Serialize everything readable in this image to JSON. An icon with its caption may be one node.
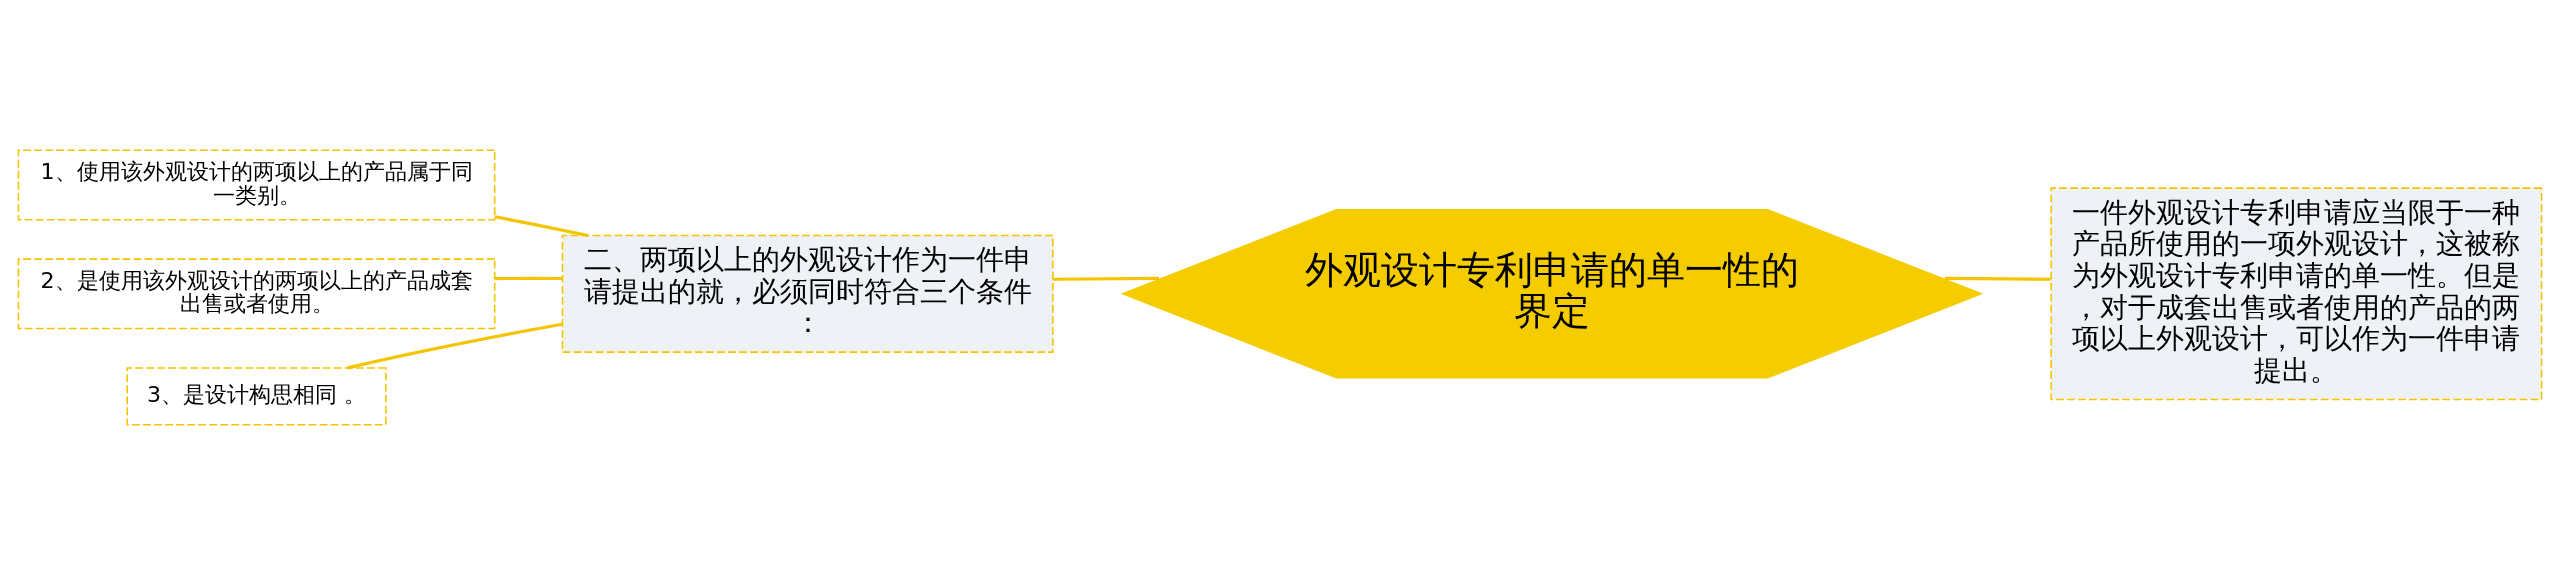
{
  "diagram": {
    "nodes": [
      {
        "text": [
          "外观设计专利申请的单一性的界定"
        ]
      },
      {
        "text": [
          "一件外观设计专利申请应当限于一种产品所使用的一项外观设计，这被称为外观设计专利申请的单一性。但是，对于成套出售或者使用的产品的两项以上外观设计，可以作为一件申请提出。"
        ]
      },
      {
        "text": [
          "二、两项以上的外观设计作为一件申请提出的就，必须同时符合三个条件："
        ]
      },
      {
        "text": [
          "1、使用该外观设计的两项以上的产品属于同一类别。"
        ]
      },
      {
        "text": [
          "2、是使用该外观设计的两项以上的产品成套出售或者使用。"
        ]
      },
      {
        "text": [
          "3、是设计构思相同 。"
        ]
      }
    ],
    "edges": [
      {
        "from": 0,
        "to": 1,
        "arrow": "none"
      },
      {
        "from": 0,
        "to": 2,
        "arrow": "none"
      },
      {
        "from": 2,
        "to": 3,
        "arrow": "none"
      },
      {
        "from": 2,
        "to": 4,
        "arrow": "none"
      },
      {
        "from": 2,
        "to": 5,
        "arrow": "none"
      }
    ]
  }
}
